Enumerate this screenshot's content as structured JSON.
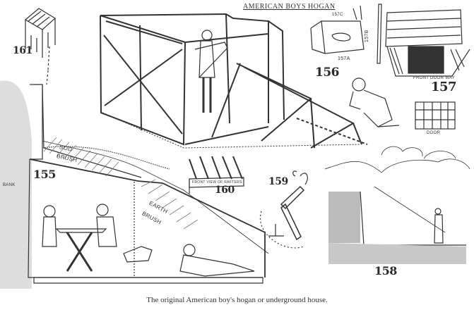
{
  "plate": {
    "header_label": "AMERICAN BOYS HOGAN",
    "caption": "The original American boy's hogan or underground house.",
    "figures": [
      {
        "number": "155",
        "description": "cross-section of underground hogan with boys at table and dog"
      },
      {
        "number": "156",
        "description": "timber frame of hogan with boy holding board and kneeling boy"
      },
      {
        "number": "157",
        "description": "front door way of hogan",
        "label": "FRONT DOOR WAY"
      },
      {
        "number": "157A",
        "description": "box / door frame detail"
      },
      {
        "number": "157B",
        "description": "door post detail"
      },
      {
        "number": "157C",
        "description": "hinge detail"
      },
      {
        "number": "158",
        "description": "hillside dugout with man standing"
      },
      {
        "number": "159",
        "description": "forked stick with hook"
      },
      {
        "number": "160",
        "description": "front view of roof rafters",
        "label": "FRONT VIEW OF RAFTERS"
      },
      {
        "number": "161",
        "description": "chimney of slats"
      }
    ],
    "door_label": "DOOR",
    "section_labels": {
      "bank": "BANK",
      "sod": "SOD",
      "brush": "BRUSH",
      "earth": "EARTH",
      "brush2": "BRUSH"
    }
  }
}
